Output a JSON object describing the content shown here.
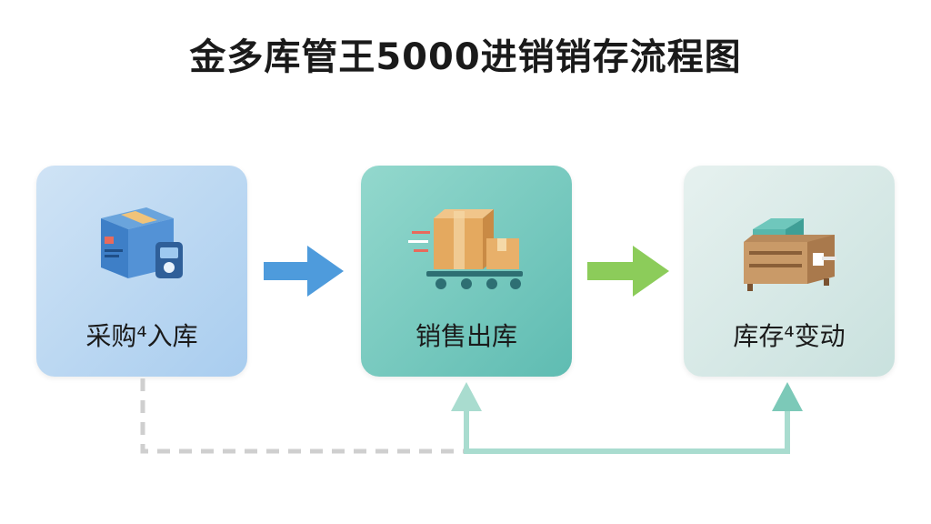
{
  "title": "金多库管王5000进销销存流程图",
  "steps": [
    {
      "label": "采购⁴入库",
      "icon": "box-scanner-icon",
      "color": "#a9cdef"
    },
    {
      "label": "销售出库",
      "icon": "cart-boxes-icon",
      "color": "#5fbcb2"
    },
    {
      "label": "库存⁴变动",
      "icon": "open-crate-icon",
      "color": "#c9e1de"
    }
  ],
  "colors": {
    "arrow_blue": "#4e9bdc",
    "arrow_green": "#8ccc5a",
    "connector_teal": "#7cc9b8",
    "connector_dashed": "#cfcfcf"
  }
}
